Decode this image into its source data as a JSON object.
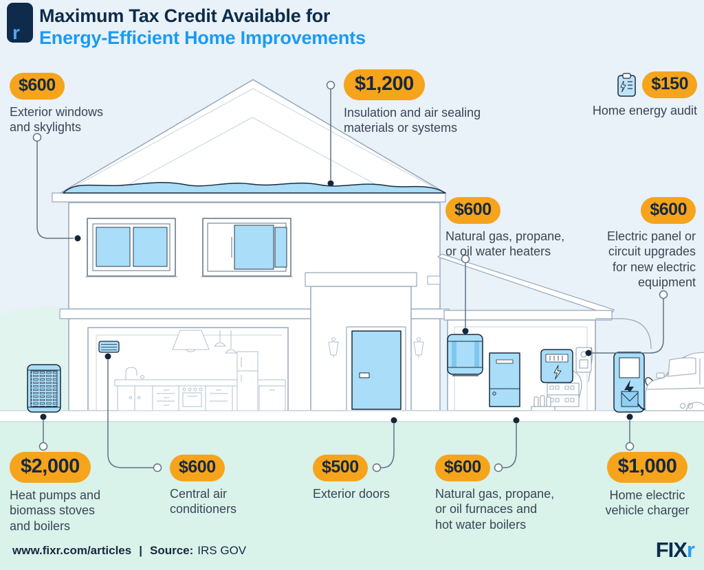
{
  "header": {
    "logo_glyph": "r",
    "title_line1": "Maximum Tax Credit Available for",
    "title_line2": "Energy-Efficient Home Improvements"
  },
  "callouts": {
    "windows": {
      "amount": "$600",
      "label": "Exterior windows\nand skylights"
    },
    "insulation": {
      "amount": "$1,200",
      "label": "Insulation and air sealing\nmaterials or systems"
    },
    "audit": {
      "amount": "$150",
      "label": "Home energy audit"
    },
    "water_heaters": {
      "amount": "$600",
      "label": "Natural gas, propane,\nor oil water heaters"
    },
    "electric_panel": {
      "amount": "$600",
      "label": "Electric panel or\ncircuit upgrades\nfor new electric\nequipment"
    },
    "heat_pumps": {
      "amount": "$2,000",
      "label": "Heat pumps and\nbiomass stoves\nand boilers"
    },
    "central_air": {
      "amount": "$600",
      "label": "Central air\nconditioners"
    },
    "doors": {
      "amount": "$500",
      "label": "Exterior doors"
    },
    "furnaces": {
      "amount": "$600",
      "label": "Natural gas, propane,\nor oil furnaces and\nhot water boilers"
    },
    "ev_charger": {
      "amount": "$1,000",
      "label": "Home electric\nvehicle charger"
    }
  },
  "footer": {
    "website": "www.fixr.com/articles",
    "separator": "|",
    "source_label": "Source:",
    "source_value": "IRS GOV",
    "brand_fix": "FIX",
    "brand_r": "r"
  },
  "icons": {
    "audit_icon": "energy-audit-clipboard"
  },
  "colors": {
    "badge_orange": "#F6A41C",
    "title_navy": "#0D2B4A",
    "title_blue": "#1B9AF2",
    "fill_blue": "#A9DDF8",
    "bg_top": "#E9F1F9",
    "bg_bottom": "#D9F2EA"
  }
}
